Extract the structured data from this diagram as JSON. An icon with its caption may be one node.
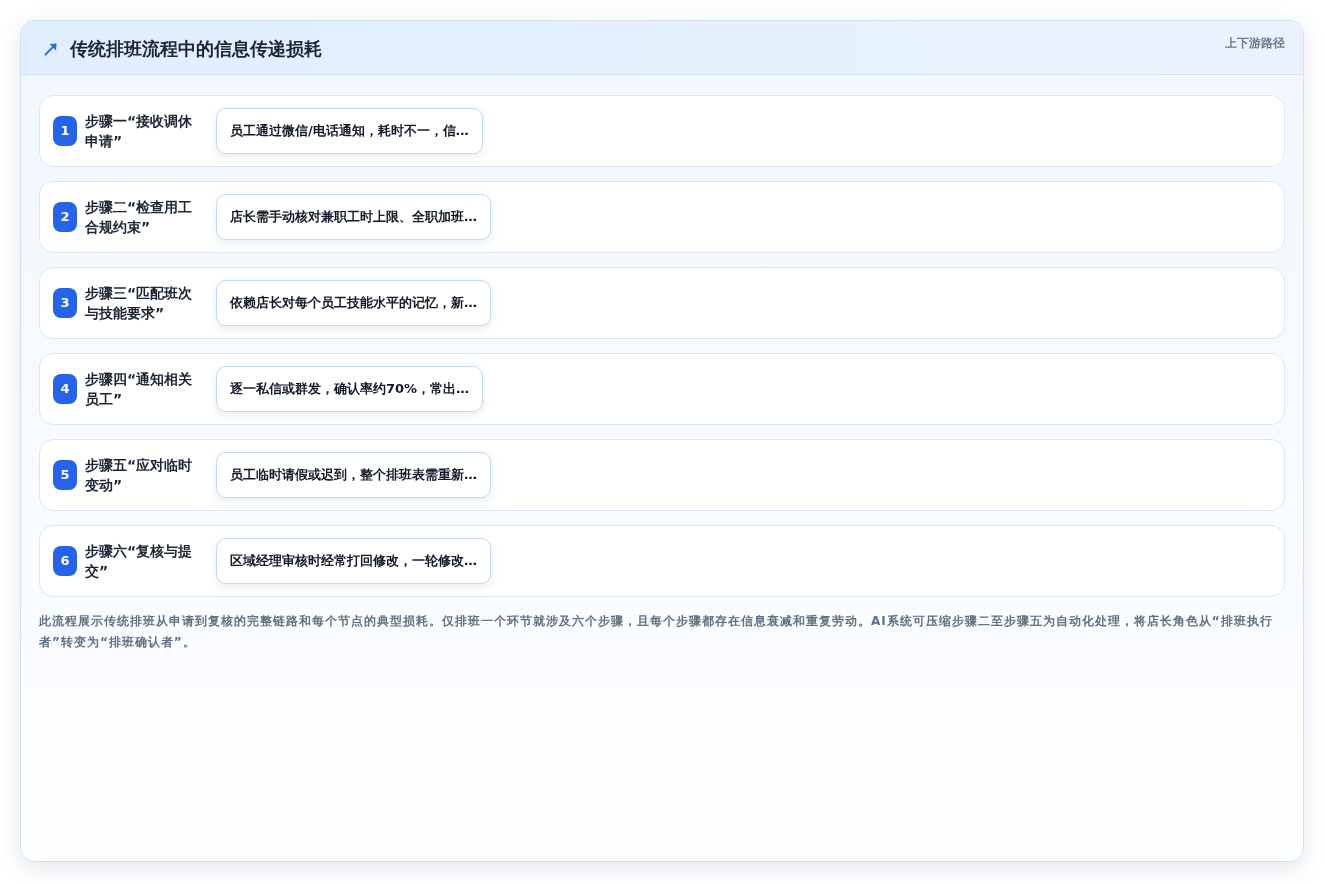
{
  "diagram": {
    "title": "传统排班流程中的信息传递损耗",
    "caption": "此流程展示传统排班从申请到复核的完整链路和每个节点的典型损耗。仅排班一个环节就涉及六个步骤，且每个步骤都存在信息衰减和重复劳动。AI系统可压缩步骤二至步骤五为自动化处理，将店长角色从“排班执行者”转变为“排班确认者”。",
    "nodes": [
      {
        "text": [
          "步骤一“接收调休申请”"
        ]
      },
      {
        "text": [
          "1"
        ],
        "in": 0
      },
      {
        "text": [
          "员工通过微信/电话通知，耗时不一，信…"
        ],
        "in": 0
      },
      {
        "text": [
          "步骤二“检查用工合规约束”"
        ]
      },
      {
        "text": [
          "2"
        ],
        "in": 3
      },
      {
        "text": [
          "店长需手动核对兼职工时上限、全职加班…"
        ],
        "in": 3
      },
      {
        "text": [
          "步骤三“匹配班次与技能要求”"
        ]
      },
      {
        "text": [
          "3"
        ],
        "in": 6
      },
      {
        "text": [
          "依赖店长对每个员工技能水平的记忆，新…"
        ],
        "in": 6
      },
      {
        "text": [
          "步骤四“通知相关员工”"
        ]
      },
      {
        "text": [
          "4"
        ],
        "in": 9
      },
      {
        "text": [
          "逐一私信或群发，确认率约70%，常出…"
        ],
        "in": 9
      },
      {
        "text": [
          "步骤五“应对临时变动”"
        ]
      },
      {
        "text": [
          "5"
        ],
        "in": 12
      },
      {
        "text": [
          "员工临时请假或迟到，整个排班表需重新…"
        ],
        "in": 12
      },
      {
        "text": [
          "步骤六“复核与提交”"
        ]
      },
      {
        "text": [
          "6"
        ],
        "in": 15
      },
      {
        "text": [
          "区域经理审核时经常打回修改，一轮修改…"
        ],
        "in": 15
      }
    ],
    "labels": [
      "上下游路径"
    ]
  }
}
